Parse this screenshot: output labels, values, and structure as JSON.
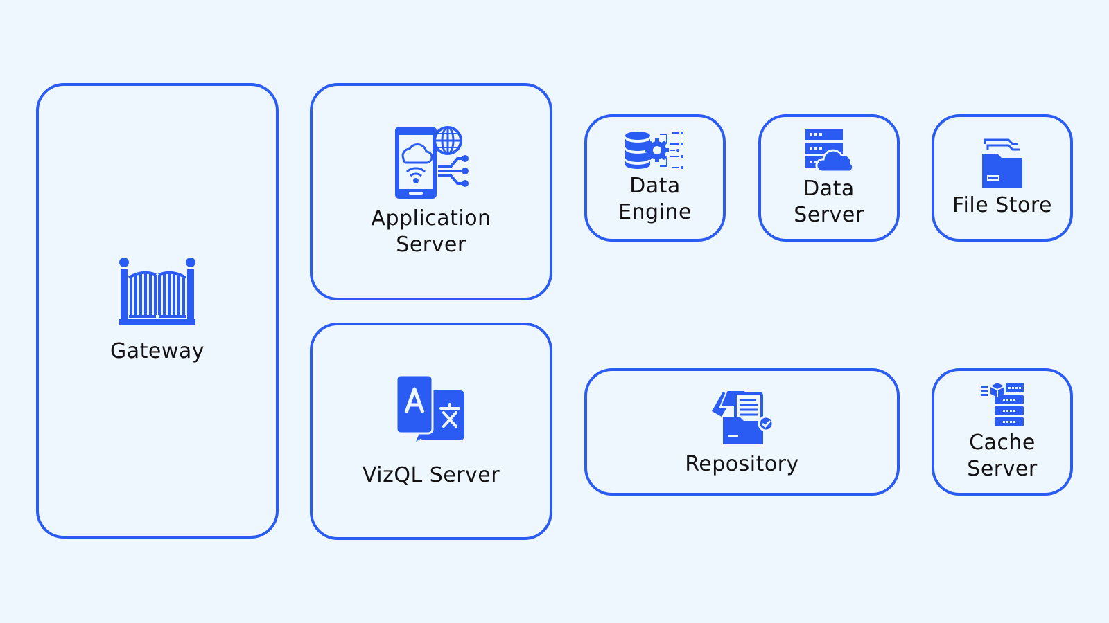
{
  "components": {
    "gateway": {
      "label": "Gateway",
      "icon": "gate-icon"
    },
    "application_server": {
      "label_line1": "Application",
      "label_line2": "Server",
      "icon": "mobile-cloud-network-icon"
    },
    "vizql_server": {
      "label": "VizQL Server",
      "icon": "translate-icon"
    },
    "data_engine": {
      "label_line1": "Data",
      "label_line2": "Engine",
      "icon": "database-gear-icon"
    },
    "data_server": {
      "label_line1": "Data",
      "label_line2": "Server",
      "icon": "server-cloud-icon"
    },
    "file_store": {
      "label": "File Store",
      "icon": "folder-icon"
    },
    "repository": {
      "label": "Repository",
      "icon": "documents-folder-check-icon"
    },
    "cache_server": {
      "label_line1": "Cache",
      "label_line2": "Server",
      "icon": "cache-server-icon"
    }
  },
  "colors": {
    "accent": "#2A5BF2",
    "background": "#EEF6FE",
    "text": "#121212"
  }
}
